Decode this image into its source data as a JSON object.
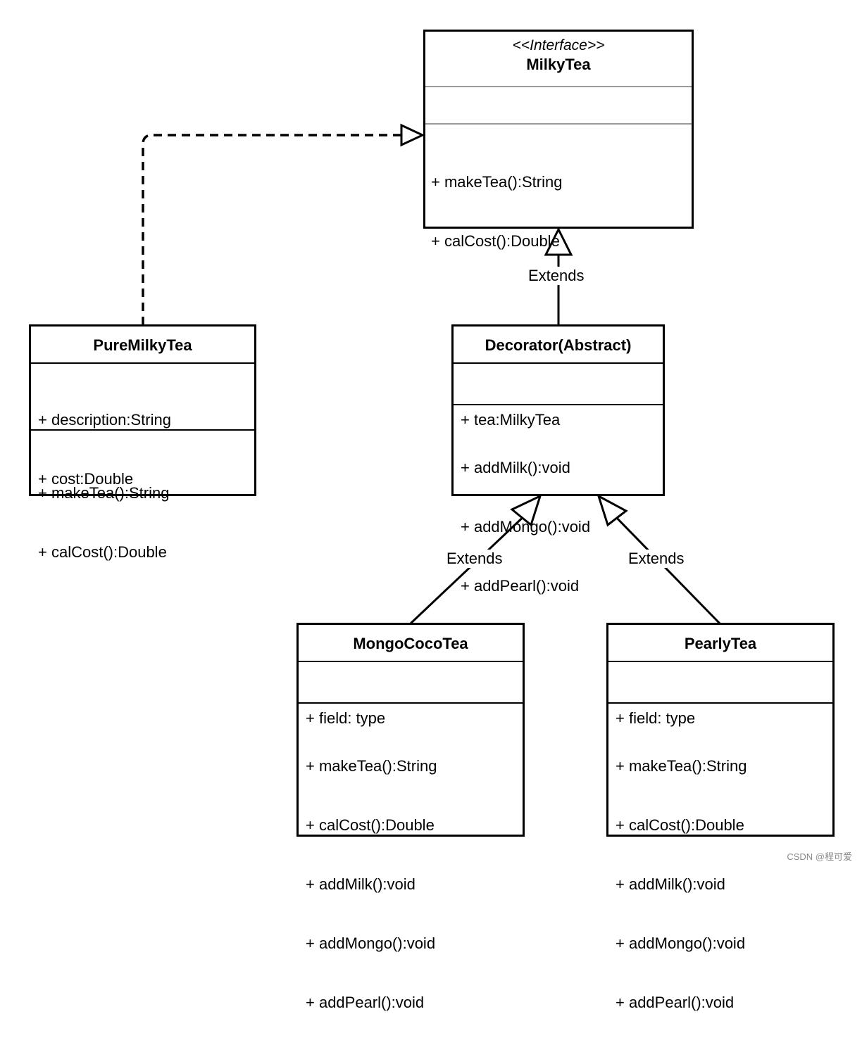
{
  "interface": {
    "stereotype": "<<Interface>>",
    "name": "MilkyTea",
    "methods": [
      "+ makeTea():String",
      "+ calCost():Double"
    ]
  },
  "pure": {
    "name": "PureMilkyTea",
    "fields": [
      "+ description:String",
      "+ cost:Double"
    ],
    "methods": [
      "+ makeTea():String",
      "+ calCost():Double"
    ]
  },
  "decorator": {
    "name": "Decorator(Abstract)",
    "fields": [
      "+ tea:MilkyTea"
    ],
    "methods": [
      "+ addMilk():void",
      "+ addMongo():void",
      "+ addPearl():void"
    ]
  },
  "mongo": {
    "name": "MongoCocoTea",
    "fields": [
      "+ field: type"
    ],
    "methods": [
      "+ makeTea():String",
      "+ calCost():Double",
      "+ addMilk():void",
      "+ addMongo():void",
      "+ addPearl():void"
    ]
  },
  "pearly": {
    "name": "PearlyTea",
    "fields": [
      "+ field: type"
    ],
    "methods": [
      "+ makeTea():String",
      "+ calCost():Double",
      "+ addMilk():void",
      "+ addMongo():void",
      "+ addPearl():void"
    ]
  },
  "relations": {
    "extends_label_1": "Extends",
    "extends_label_2": "Extends",
    "extends_label_3": "Extends"
  },
  "watermark": "CSDN @程可爱"
}
